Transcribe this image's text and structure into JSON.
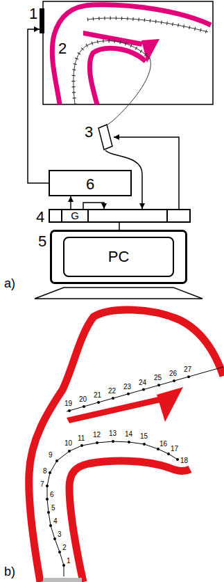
{
  "diagram": {
    "nodes": [
      {
        "text": [
          "1"
        ]
      },
      {
        "text": [
          "3"
        ]
      },
      {
        "text": [
          "4"
        ]
      },
      {
        "text": [
          "G"
        ],
        "in": 2
      },
      {
        "text": [
          "5",
          "PC"
        ]
      },
      {
        "text": [
          "6"
        ]
      }
    ],
    "edges": [
      {
        "from": 5,
        "to": 0,
        "arrow": "to"
      },
      {
        "from": 3,
        "to": 5,
        "arrow": "to"
      },
      {
        "from": 3,
        "to": 2,
        "arrow": "to"
      },
      {
        "from": 1,
        "to": 2,
        "arrow": "to"
      },
      {
        "from": 2,
        "to": 1,
        "arrow": "to"
      },
      {
        "from": 2,
        "to": 4,
        "arrow": "none"
      }
    ],
    "labels": [
      "2",
      "a)",
      "1",
      "2",
      "3",
      "4",
      "5",
      "6",
      "7",
      "8",
      "9",
      "10",
      "11",
      "12",
      "13",
      "14",
      "15",
      "16",
      "17",
      "18",
      "19",
      "20",
      "21",
      "22",
      "23",
      "24",
      "25",
      "26",
      "27",
      "b)"
    ]
  }
}
